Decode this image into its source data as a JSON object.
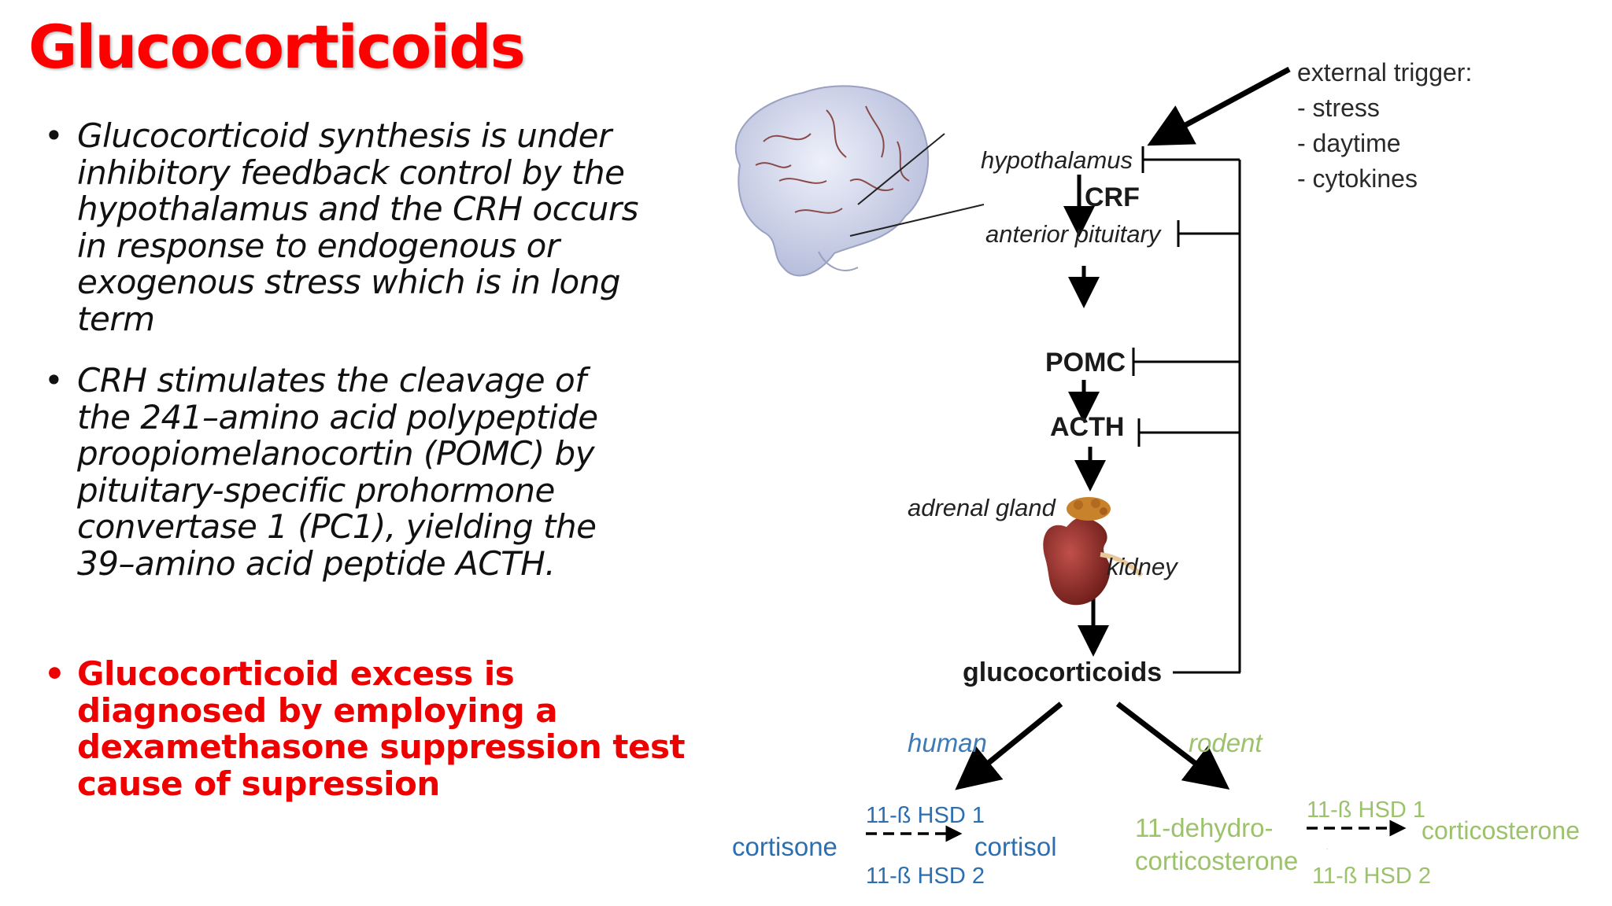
{
  "slide": {
    "title": "Glucocorticoids",
    "bullets": [
      {
        "lines": [
          "Glucocorticoid synthesis is under",
          "inhibitory feedback control by the",
          "hypothalamus and the CRH occurs",
          "in response to endogenous or",
          "exogenous stress which is in long",
          "term"
        ]
      },
      {
        "lines": [
          "CRH stimulates the cleavage of",
          "the 241–amino acid polypeptide",
          "proopiomelanocortin (POMC) by",
          "pituitary-specific prohormone",
          "convertase 1 (PC1), yielding the",
          "39–amino acid peptide ACTH."
        ]
      },
      {
        "lines": [
          "Glucocorticoid excess is",
          "diagnosed by employing a",
          "dexamethasone suppression test",
          "cause of supression"
        ]
      }
    ],
    "colors": {
      "title": "#ff0000",
      "highlight": "#ee0000",
      "human": "#3d7ab8",
      "rodent": "#9cc26b"
    }
  },
  "diagram": {
    "external_trigger": {
      "heading": "external trigger:",
      "items": [
        "- stress",
        "- daytime",
        "- cytokines"
      ]
    },
    "hypothalamus": "hypothalamus",
    "crf": "CRF",
    "anterior_pituitary": "anterior pituitary",
    "pomc": "POMC",
    "acth": "ACTH",
    "adrenal_gland": "adrenal gland",
    "kidney": "kidney",
    "glucocorticoids": "glucocorticoids",
    "human": "human",
    "rodent": "rodent",
    "human_pair": {
      "left": "cortisone",
      "right": "cortisol",
      "top_enzyme": "11-ß HSD 1",
      "bottom_enzyme": "11-ß HSD 2"
    },
    "rodent_pair": {
      "left_line1": "11-dehydro-",
      "left_line2": "corticosterone",
      "right": "corticosterone",
      "top_enzyme": "11-ß HSD 1",
      "bottom_enzyme": "11-ß HSD 2"
    },
    "icons": [
      "brain-illustration",
      "kidney-illustration"
    ]
  }
}
